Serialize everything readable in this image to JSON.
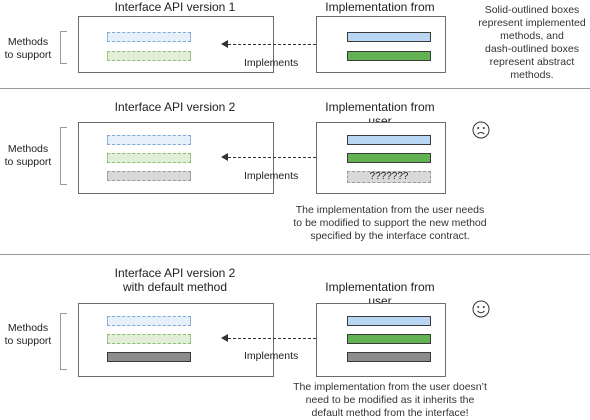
{
  "legend": {
    "lines": [
      "Solid-outlined boxes",
      "represent implemented",
      "methods, and",
      "dash-outlined boxes",
      "represent abstract",
      "methods."
    ]
  },
  "sections": [
    {
      "interface_title_lines": [
        "Interface API version 1"
      ],
      "impl_title": "Implementation from user",
      "side_label_lines": [
        "Methods",
        "to support"
      ],
      "arrow_label": "Implements"
    },
    {
      "interface_title_lines": [
        "Interface API version 2"
      ],
      "impl_title": "Implementation from user",
      "side_label_lines": [
        "Methods",
        "to support"
      ],
      "arrow_label": "Implements",
      "unimplemented_label": "???????",
      "face": "sad-face-icon",
      "note_lines": [
        "The implementation from the user needs",
        "to be modified to support the new method",
        "specified by the interface contract."
      ]
    },
    {
      "interface_title_lines": [
        "Interface API version 2",
        "with default method"
      ],
      "impl_title": "Implementation from user",
      "side_label_lines": [
        "Methods",
        "to support"
      ],
      "arrow_label": "Implements",
      "face": "smiley-face-icon",
      "note_lines": [
        "The implementation from the user doesn’t",
        "need to be modified as it inherits the",
        "default method from the interface!"
      ]
    }
  ],
  "colors": {
    "implemented_blue": "#b9d6f2",
    "implemented_green": "#62b152",
    "default_method_gray": "#8c8c8c",
    "abstract_blue": "#e6f0fb",
    "abstract_green": "#e2efd8",
    "abstract_gray": "#d9d9d9"
  }
}
